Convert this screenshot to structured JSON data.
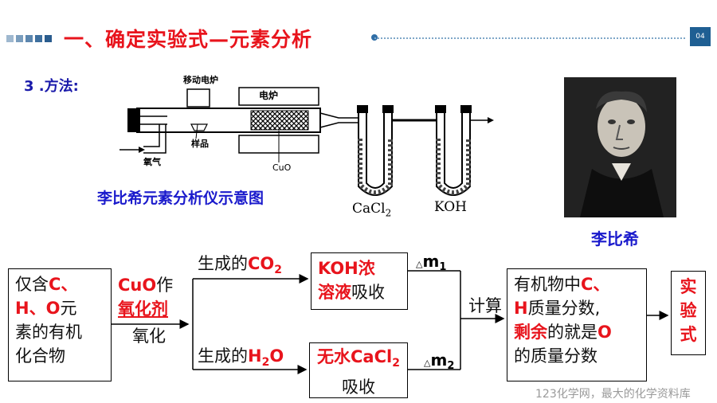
{
  "header": {
    "title": "一、确定实验式—元素分析",
    "page_number": "04",
    "squares_colors": [
      "#9fb8cf",
      "#7a9dbd",
      "#5c86ae",
      "#3e6f9e",
      "#2a5c8e"
    ]
  },
  "section": {
    "method_label": "3 .方法:"
  },
  "apparatus": {
    "furnace_movable": "移动电炉",
    "furnace": "电炉",
    "sample": "样品",
    "oxygen": "氧气",
    "cuo": "CuO",
    "cacl2": "CaCl",
    "cacl2_sub": "2",
    "koh": "KOH",
    "caption": "李比希元素分析仪示意图"
  },
  "portrait": {
    "name": "李比希"
  },
  "flow": {
    "start": {
      "l1a": "仅含",
      "l1b": "C、",
      "l2a": "H、O",
      "l2b": "元",
      "l3": "素的有机",
      "l4": "化合物"
    },
    "oxidize": {
      "cuo": "CuO",
      "zuo": "作",
      "agent": "氧化剂",
      "action": "氧化"
    },
    "branch_top": {
      "prefix": "生成的",
      "formula": "CO",
      "sub": "2"
    },
    "branch_bottom": {
      "prefix": "生成的",
      "formula": "H",
      "sub": "2",
      "formula_end": "O"
    },
    "koh_box": {
      "a": "KOH浓",
      "b": "溶液",
      "c": "吸收"
    },
    "cacl2_box": {
      "a": "无水CaCl",
      "sub": "2",
      "b": "吸收"
    },
    "delta_m1": {
      "delta": "△",
      "m": "m",
      "sub": "1"
    },
    "delta_m2": {
      "delta": "△",
      "m": "m",
      "sub": "2"
    },
    "compute": "计算",
    "result": {
      "l1a": "有机物中",
      "l1b": "C、",
      "l2a": "H",
      "l2b": "质量分数",
      "l2c": ",",
      "l3a": "剩余",
      "l3b": "的就是",
      "l3c": "O",
      "l4": "的质量分数"
    },
    "final": {
      "a": "实",
      "b": "验",
      "c": "式"
    }
  },
  "footer": "123化学网，最大的化学资料库"
}
